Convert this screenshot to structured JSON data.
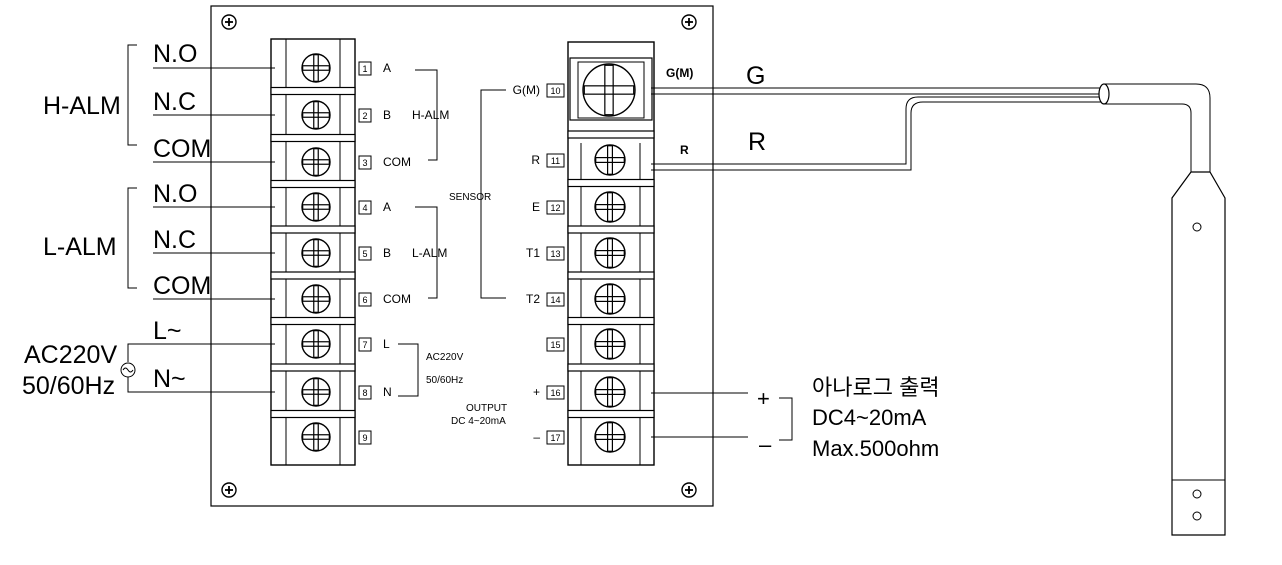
{
  "left_outer": {
    "h_alm_title": "H-ALM",
    "l_alm_title": "L-ALM",
    "h_no": "N.O",
    "h_nc": "N.C",
    "h_com": "COM",
    "l_no": "N.O",
    "l_nc": "N.C",
    "l_com": "COM",
    "power_title_1": "AC220V",
    "power_title_2": "50/60Hz",
    "power_l": "L~",
    "power_n": "N~"
  },
  "left_terminals": [
    {
      "num": "1",
      "label": "A"
    },
    {
      "num": "2",
      "label": "B"
    },
    {
      "num": "3",
      "label": "COM"
    },
    {
      "num": "4",
      "label": "A"
    },
    {
      "num": "5",
      "label": "B"
    },
    {
      "num": "6",
      "label": "COM"
    },
    {
      "num": "7",
      "label": "L"
    },
    {
      "num": "8",
      "label": "N"
    },
    {
      "num": "9",
      "label": ""
    }
  ],
  "left_groups": {
    "h_alm": "H-ALM",
    "l_alm": "L-ALM",
    "ac_1": "AC220V",
    "ac_2": "50/60Hz"
  },
  "right_terminals": [
    {
      "num": "10",
      "label": "G(M)"
    },
    {
      "num": "11",
      "label": "R"
    },
    {
      "num": "12",
      "label": "E"
    },
    {
      "num": "13",
      "label": "T1"
    },
    {
      "num": "14",
      "label": "T2"
    },
    {
      "num": "15",
      "label": ""
    },
    {
      "num": "16",
      "label": "+"
    },
    {
      "num": "17",
      "label": "–"
    }
  ],
  "right_groups": {
    "sensor": "SENSOR",
    "output_1": "OUTPUT",
    "output_2": "DC 4~20mA"
  },
  "right_outer": {
    "gm_small": "G(M)",
    "r_small": "R",
    "g_big": "G",
    "r_big": "R",
    "plus": "+",
    "minus": "–",
    "analog_title": "아나로그 출력",
    "analog_range": "DC4~20mA",
    "analog_max": "Max.500ohm"
  },
  "colors": {
    "line": "#000000",
    "background": "#ffffff"
  },
  "icons": [
    "screw-terminal-icon",
    "mounting-screw-icon",
    "ac-source-icon",
    "cable-sleeve-icon"
  ]
}
